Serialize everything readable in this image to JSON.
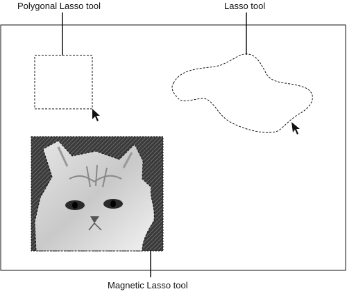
{
  "callouts": {
    "polygonal_lasso": "Polygonal Lasso tool",
    "lasso": "Lasso tool",
    "magnetic_lasso": "Magnetic Lasso tool"
  },
  "icons": {
    "pointer": "arrow-cursor-icon"
  },
  "colors": {
    "line": "#111111",
    "background": "#ffffff"
  }
}
